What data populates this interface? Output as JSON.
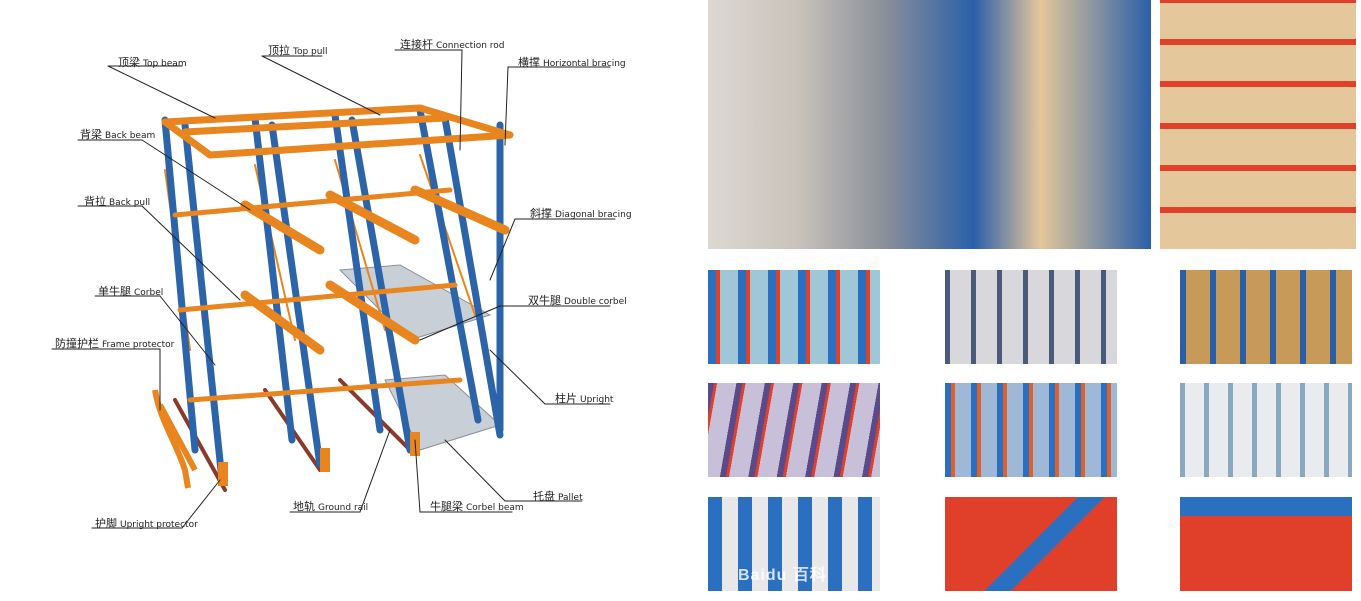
{
  "labels": [
    {
      "cn": "顶梁",
      "en": "Top beam"
    },
    {
      "cn": "顶拉",
      "en": "Top pull"
    },
    {
      "cn": "连接杆",
      "en": "Connection rod"
    },
    {
      "cn": "横撑",
      "en": "Horizontal bracing"
    },
    {
      "cn": "背梁",
      "en": "Back beam"
    },
    {
      "cn": "背拉",
      "en": "Back pull"
    },
    {
      "cn": "斜撑",
      "en": "Diagonal bracing"
    },
    {
      "cn": "单牛腿",
      "en": "Corbel"
    },
    {
      "cn": "双牛腿",
      "en": "Double corbel"
    },
    {
      "cn": "防撞护栏",
      "en": "Frame protector"
    },
    {
      "cn": "柱片",
      "en": "Upright"
    },
    {
      "cn": "托盘",
      "en": "Pallet"
    },
    {
      "cn": "地轨",
      "en": "Ground rail"
    },
    {
      "cn": "牛腿梁",
      "en": "Corbel beam"
    },
    {
      "cn": "护脚",
      "en": "Upright protector"
    }
  ],
  "watermark": "Baidu 百科",
  "colors": {
    "upright": "#2b64a8",
    "beam": "#e8851e",
    "rail": "#8a3a2a",
    "photo_red": "#e0402a",
    "photo_blue": "#2a6fc0"
  }
}
